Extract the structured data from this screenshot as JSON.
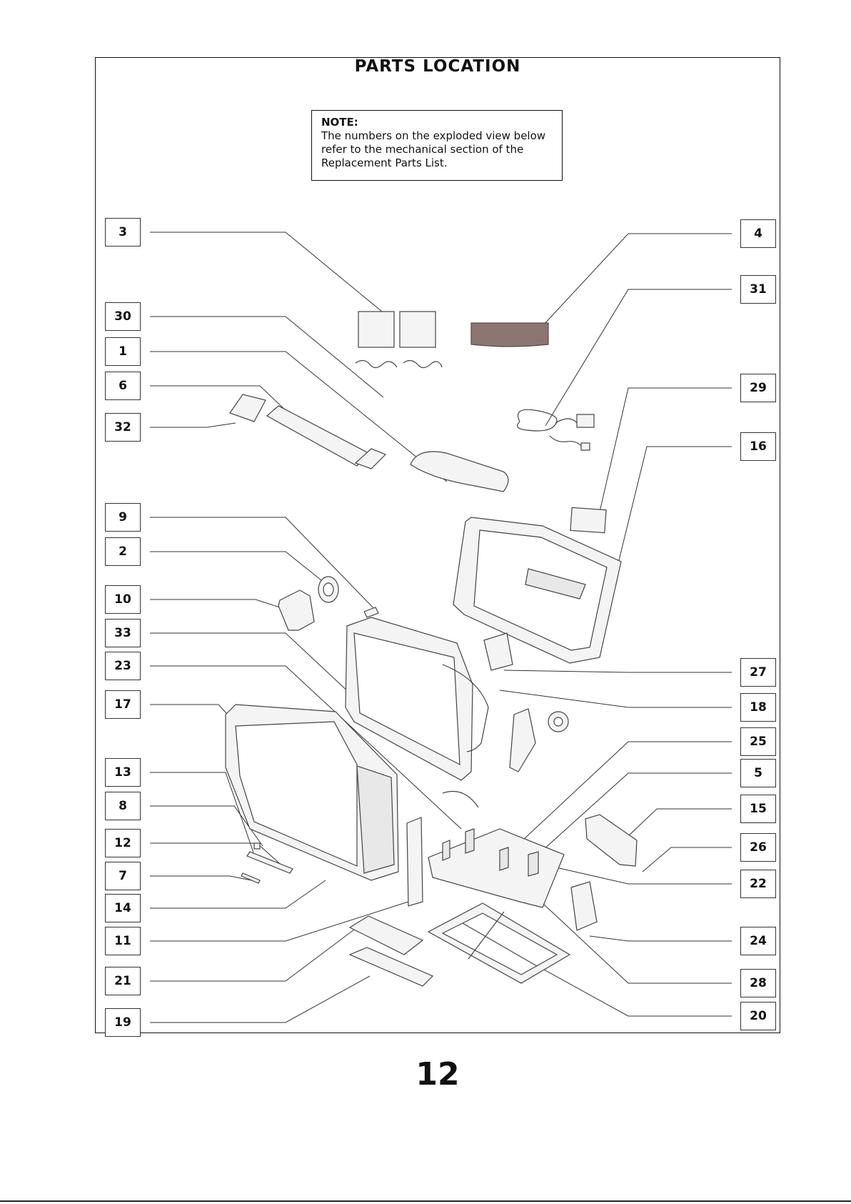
{
  "title": "PARTS LOCATION",
  "note": {
    "heading": "NOTE:",
    "lines": [
      "The numbers on the exploded view below",
      "refer to the mechanical section of the",
      "Replacement Parts List."
    ]
  },
  "callouts_left": [
    "3",
    "30",
    "1",
    "6",
    "32",
    "9",
    "2",
    "10",
    "33",
    "23",
    "17",
    "13",
    "8",
    "12",
    "7",
    "14",
    "11",
    "21",
    "19"
  ],
  "callouts_right": [
    "4",
    "31",
    "29",
    "16",
    "27",
    "18",
    "25",
    "5",
    "15",
    "26",
    "22",
    "24",
    "28",
    "20"
  ],
  "page_number": "12",
  "colors": {
    "line": "#333333",
    "part_fill": "#f4f4f4",
    "part_stroke": "#444444",
    "accent_part": "#8c7673"
  }
}
